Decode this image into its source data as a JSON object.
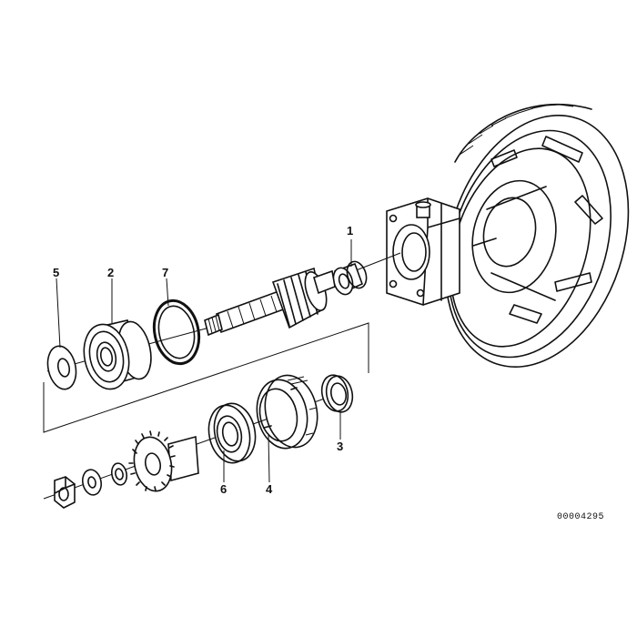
{
  "callouts": {
    "part_1": "1",
    "part_2": "2",
    "part_3": "3",
    "part_4": "4",
    "part_5": "5",
    "part_6": "6",
    "part_7": "7"
  },
  "document_number": "00004295",
  "colors": {
    "line": "#111111",
    "background": "#ffffff"
  }
}
